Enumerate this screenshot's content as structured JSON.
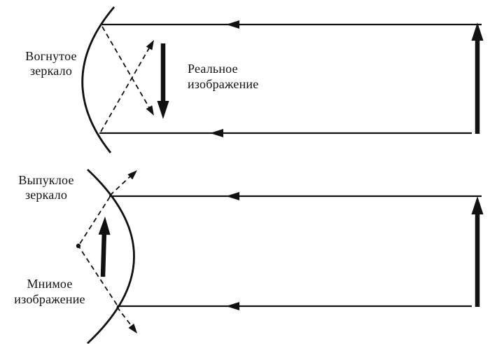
{
  "figure": {
    "type": "optics-ray-diagram",
    "colors": {
      "ink": "#111111",
      "background": "#ffffff"
    },
    "top": {
      "mirror_label_line1": "Вогнутое",
      "mirror_label_line2": "зеркало",
      "image_label_line1": "Реальное",
      "image_label_line2": "изображение"
    },
    "bottom": {
      "mirror_label_line1": "Выпуклое",
      "mirror_label_line2": "зеркало",
      "image_label_line1": "Мнимое",
      "image_label_line2": "изображение"
    }
  }
}
